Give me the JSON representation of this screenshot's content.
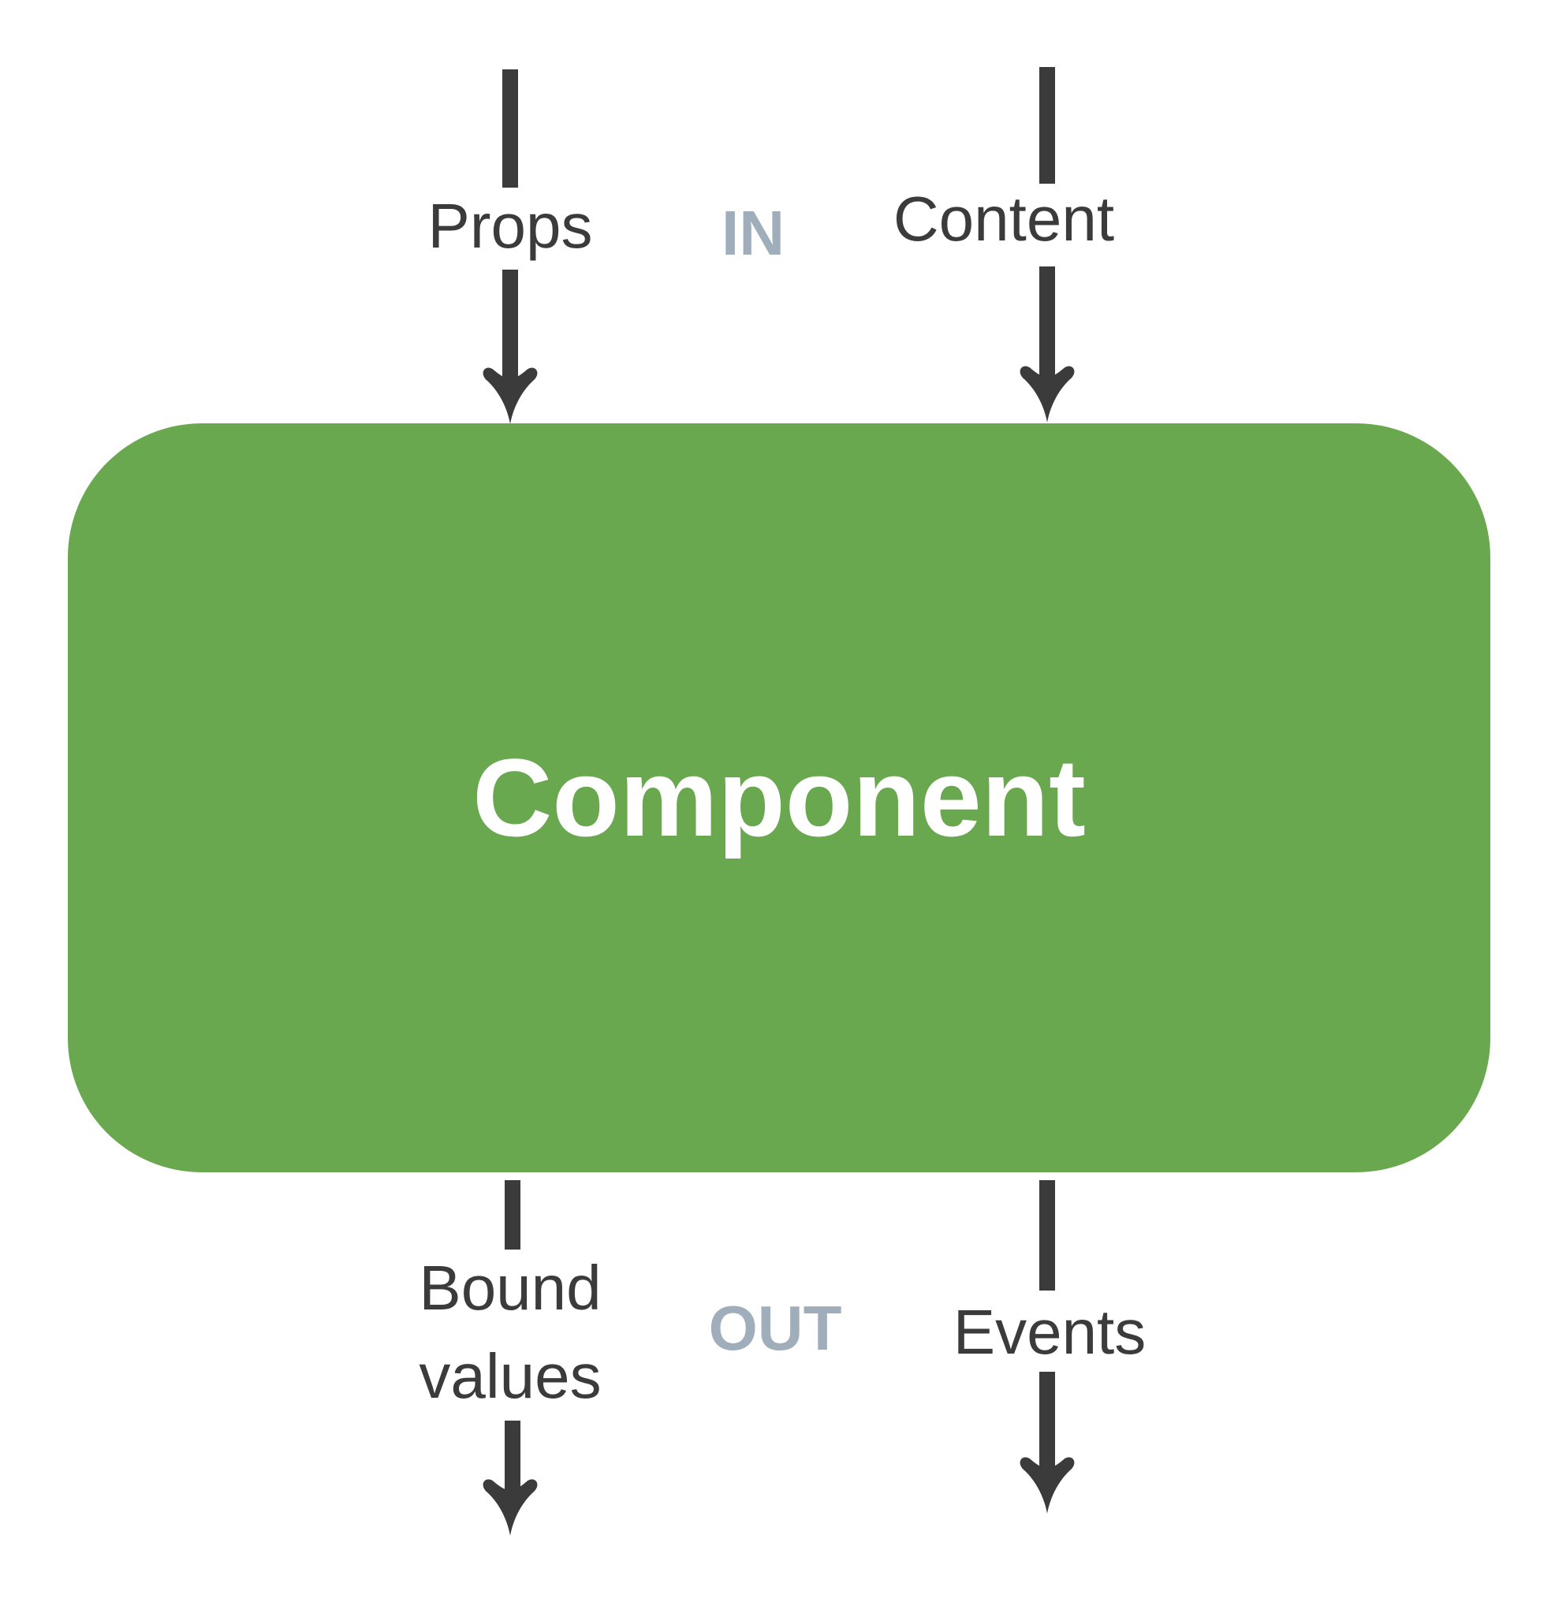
{
  "diagram": {
    "title_label": "Component",
    "in_label": "IN",
    "out_label": "OUT",
    "inputs": [
      {
        "label": "Props"
      },
      {
        "label": "Content"
      }
    ],
    "outputs": [
      {
        "label": "Bound values"
      },
      {
        "label": "Events"
      }
    ],
    "colors": {
      "box": "#6aa84f",
      "box_text": "#ffffff",
      "arrow": "#3b3b3b",
      "in_out": "#a0aebb"
    }
  }
}
